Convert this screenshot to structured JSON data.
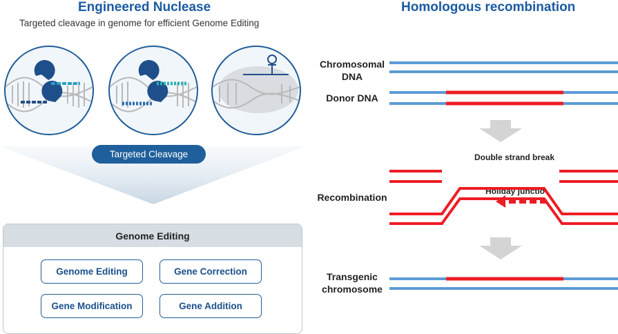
{
  "left": {
    "title": "Engineered Nuclease",
    "subtitle": "Targeted cleavage in genome for efficient Genome Editing",
    "cleavage_label": "Targeted Cleavage",
    "panel": {
      "heading": "Genome Editing",
      "options": [
        "Genome Editing",
        "Gene Correction",
        "Gene Modification",
        "Gene Addition"
      ]
    }
  },
  "right": {
    "title": "Homologous recombination",
    "chromosomal_line1": "Chromosomal",
    "chromosomal_line2": "DNA",
    "donor": "Donor DNA",
    "double_strand_break": "Double strand break",
    "recombination": "Recombination",
    "holiday_junction": "Holiday junctio",
    "transgenic_line1": "Transgenic",
    "transgenic_line2": "chromosome"
  },
  "colors": {
    "brand_blue": "#1b5aa0",
    "strand_blue": "#5b9bd5",
    "donor_red": "#ee1c24",
    "arrow_gray": "#d4d4d4"
  }
}
